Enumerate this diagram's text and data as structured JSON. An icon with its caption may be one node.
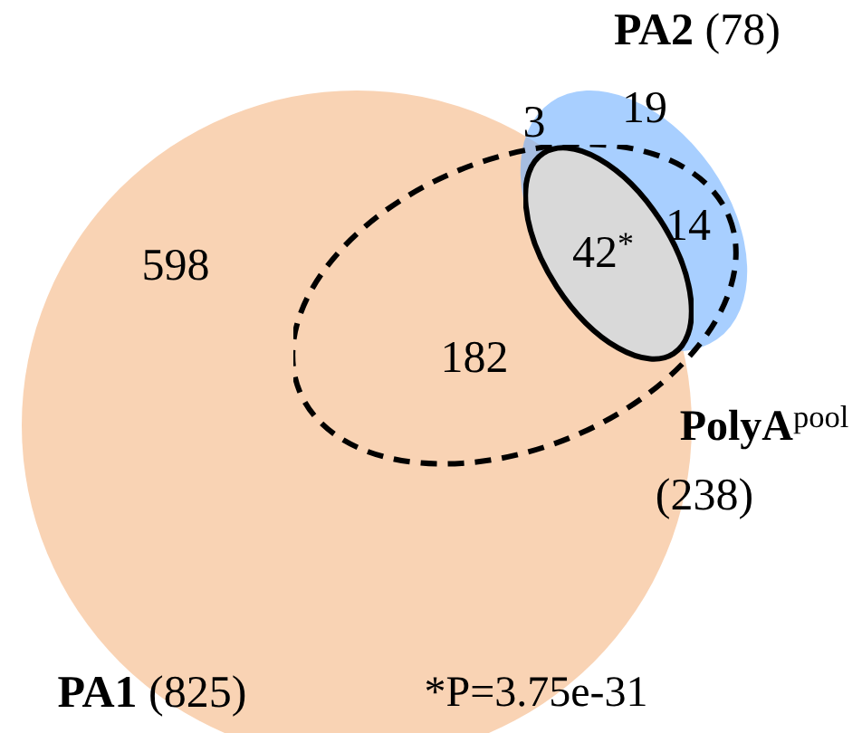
{
  "diagram": {
    "nodes": [
      {
        "text": [
          "**PA1** (825)"
        ]
      },
      {
        "text": [
          "**PA2** (78)"
        ]
      },
      {
        "text": [
          "**PolyA**$^{pool}$",
          "(238)"
        ]
      },
      {
        "text": [
          "42$^{*}$"
        ]
      }
    ],
    "edges": [],
    "labels": [
      "598",
      "182",
      "3",
      "19",
      "14",
      "*P=3.75e-31"
    ]
  }
}
